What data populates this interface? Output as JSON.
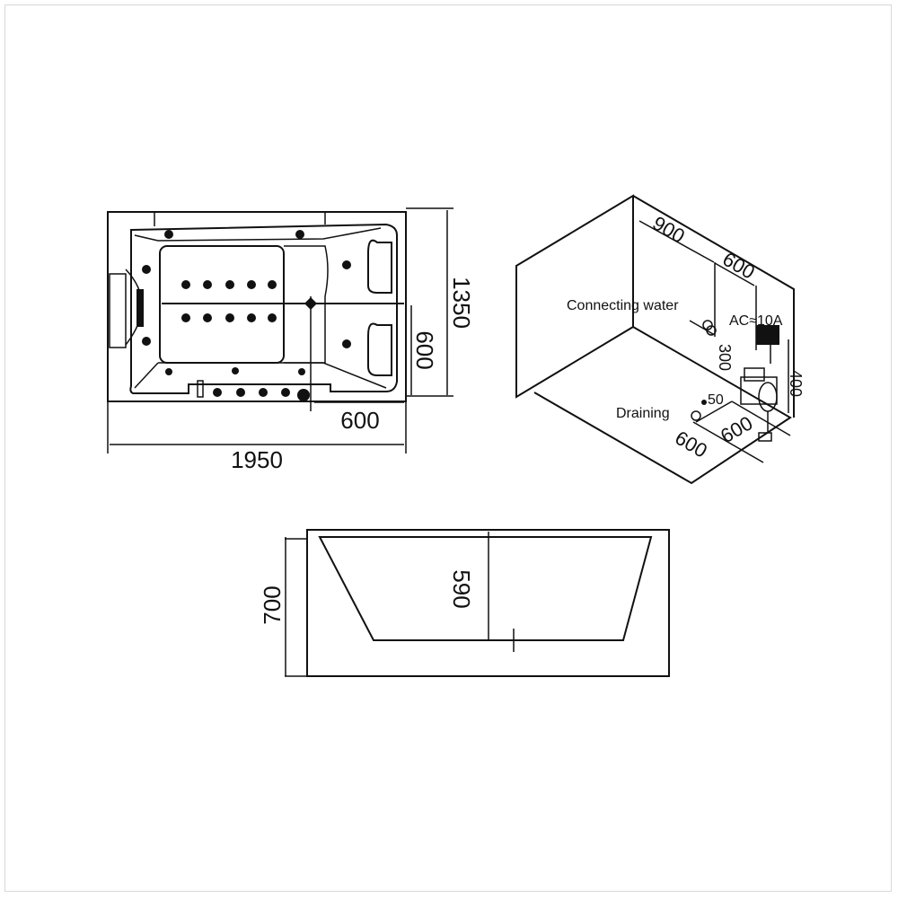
{
  "top_view": {
    "dim_length": "1950",
    "dim_width": "1350",
    "dim_drain_offset_x": "600",
    "dim_drain_offset_y": "600"
  },
  "installation_view": {
    "dim_wall_900": "900",
    "dim_wall_600": "600",
    "label_water": "Connecting water",
    "dim_water_height": "300",
    "label_power": "AC≈10A",
    "dim_power_height": "400",
    "dim_drain_diameter": "50",
    "label_drain": "Draining",
    "dim_floor_600_a": "600",
    "dim_floor_600_b": "600"
  },
  "side_view": {
    "dim_height": "700",
    "dim_depth": "590"
  },
  "colors": {
    "line": "#111111",
    "background": "#ffffff",
    "frame": "#d8d8d8"
  }
}
